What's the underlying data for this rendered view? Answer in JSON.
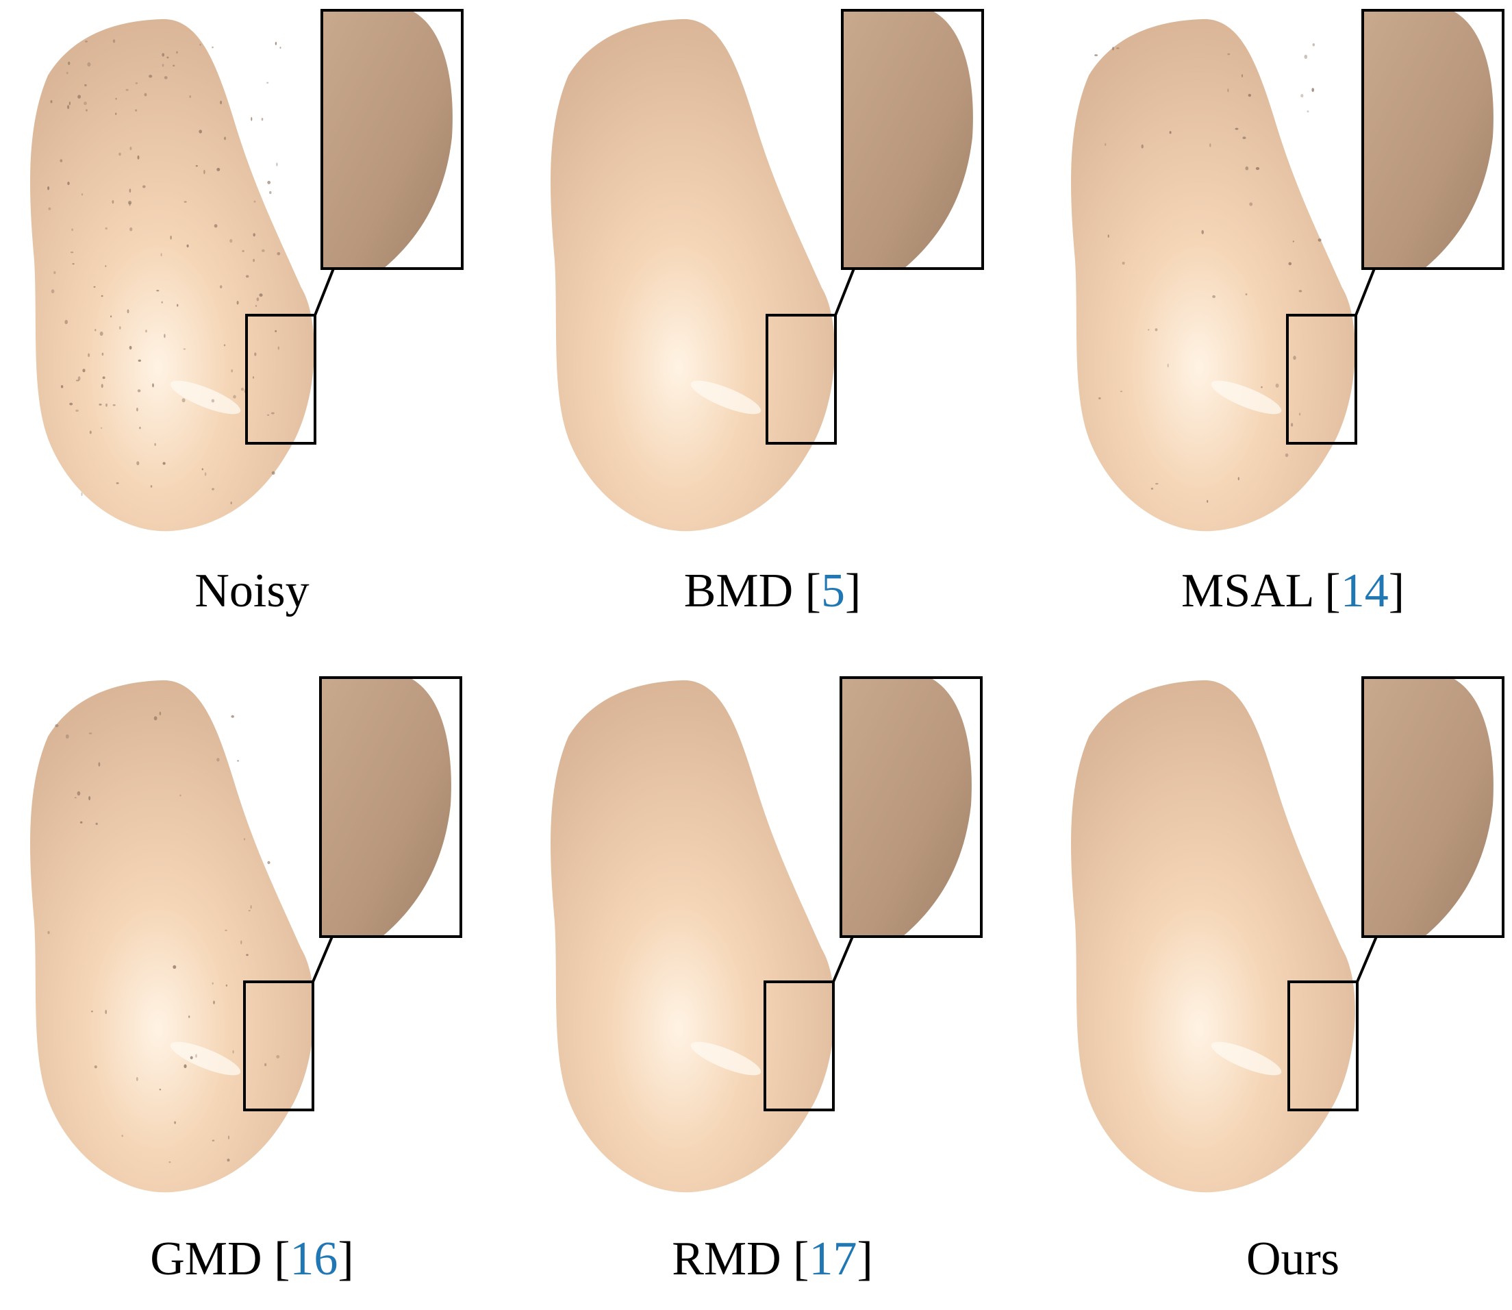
{
  "colors": {
    "mesh": "#f2cfae",
    "mesh_shadow": "#b89a80",
    "highlight": "#fff6e8",
    "citation": "#1f77b4",
    "inset_border": "#000000"
  },
  "panels": [
    {
      "method": "Noisy",
      "ref": ""
    },
    {
      "method": "BMD",
      "ref": "5"
    },
    {
      "method": "MSAL",
      "ref": "14"
    },
    {
      "method": "GMD",
      "ref": "16"
    },
    {
      "method": "RMD",
      "ref": "17"
    },
    {
      "method": "Ours",
      "ref": ""
    }
  ]
}
